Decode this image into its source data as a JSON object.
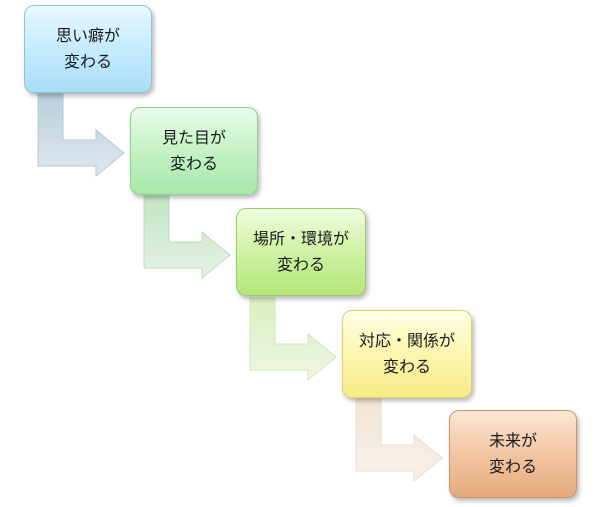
{
  "steps": [
    {
      "line1": "思い癖が",
      "line2": "変わる"
    },
    {
      "line1": "見た目が",
      "line2": "変わる"
    },
    {
      "line1": "場所・環境が",
      "line2": "変わる"
    },
    {
      "line1": "対応・関係が",
      "line2": "変わる"
    },
    {
      "line1": "未来が",
      "line2": "変わる"
    }
  ],
  "colors": {
    "step1": "#bfe6fb",
    "step2": "#bff0c0",
    "step3": "#c6ee94",
    "step4": "#fbf3a4",
    "step5": "#efbf98",
    "arrow1": "#c9dbe6",
    "arrow2": "#d3ecd3",
    "arrow3": "#e3f2cf",
    "arrow4": "#f6eedd"
  }
}
